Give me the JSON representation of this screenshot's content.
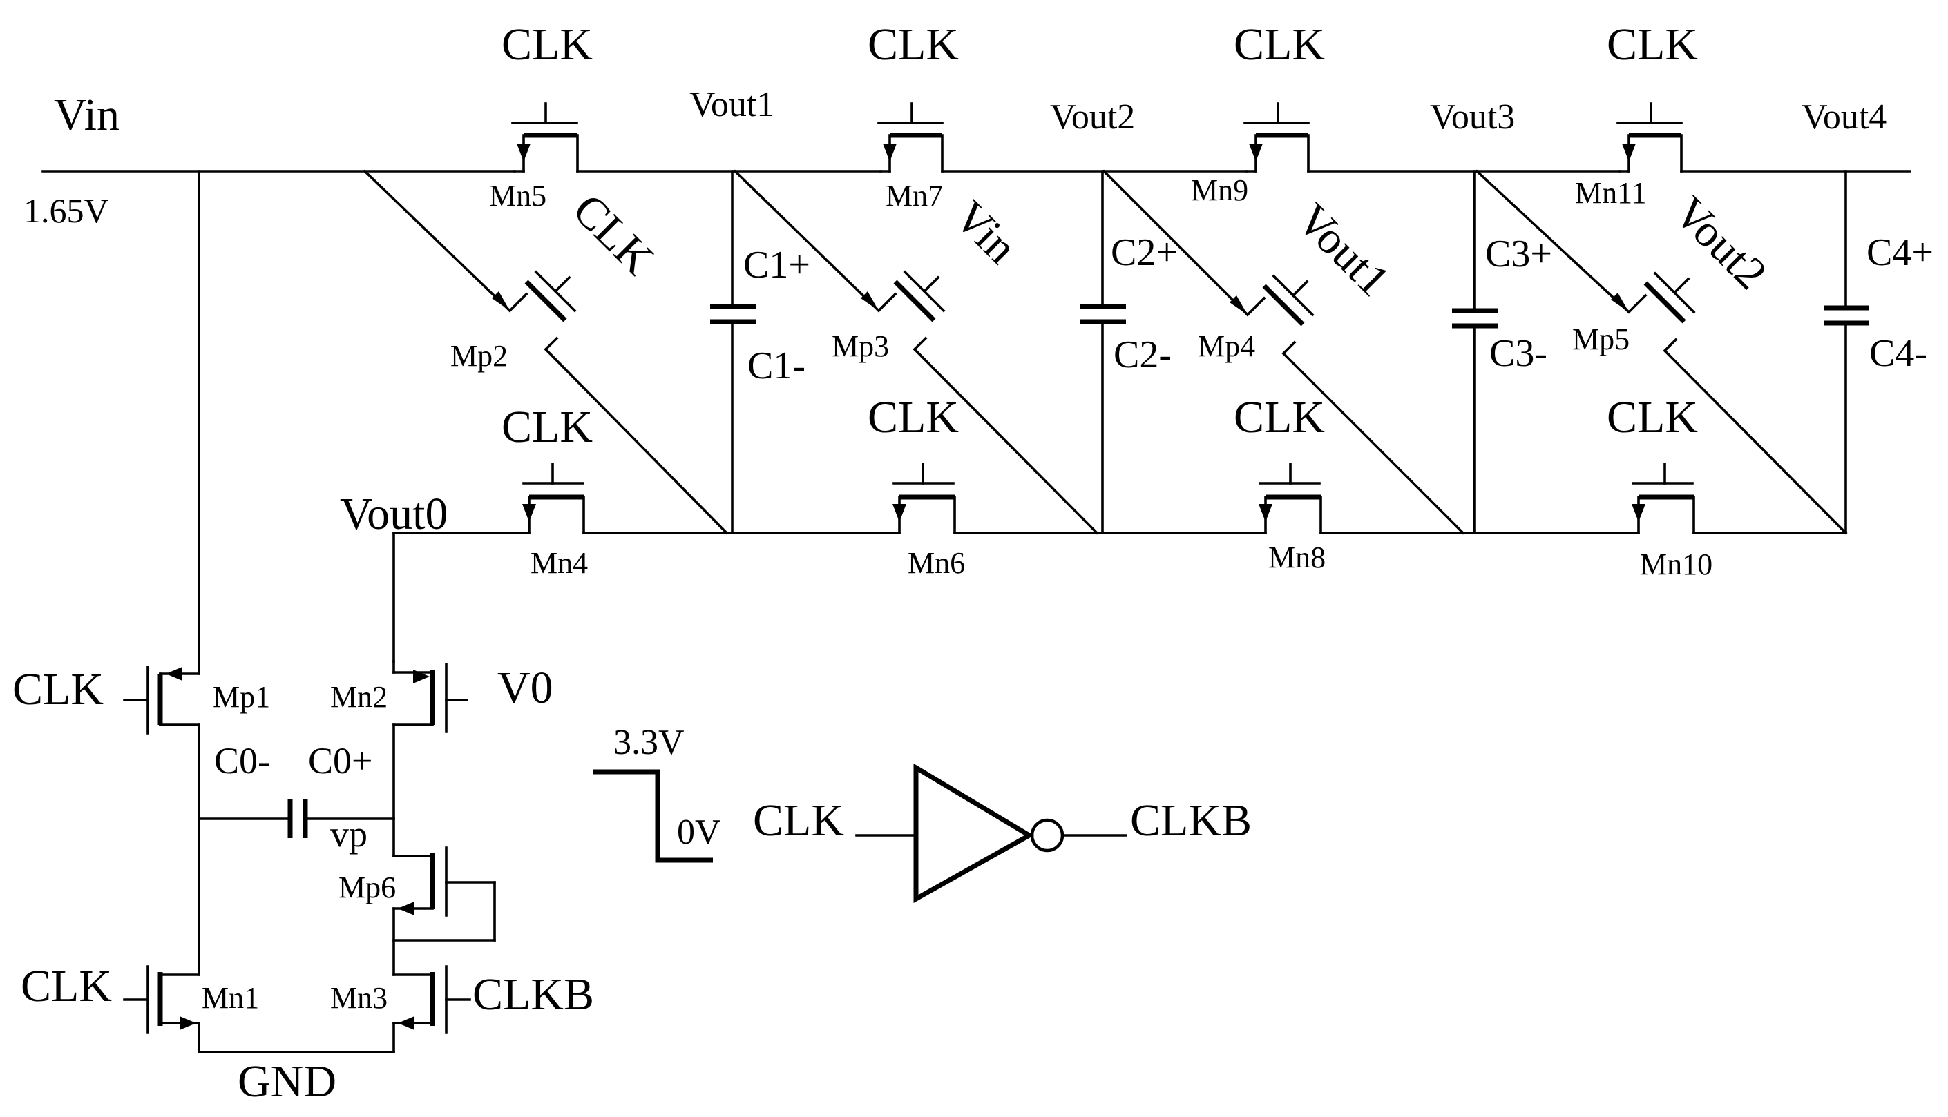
{
  "labels": {
    "vin_top": "Vin",
    "vin_voltage": "1.65V",
    "clk_mn5": "CLK",
    "clk_mn7": "CLK",
    "clk_mn9": "CLK",
    "clk_mn11": "CLK",
    "vout1": "Vout1",
    "vout2": "Vout2",
    "vout3": "Vout3",
    "vout4": "Vout4",
    "mn5": "Mn5",
    "mn7": "Mn7",
    "mn9": "Mn9",
    "mn11": "Mn11",
    "gate_mp2": "CLK",
    "gate_mp3": "Vin",
    "gate_mp4": "Vout1",
    "gate_mp5": "Vout2",
    "mp2": "Mp2",
    "mp3": "Mp3",
    "mp4": "Mp4",
    "mp5": "Mp5",
    "c1p": "C1+",
    "c1m": "C1-",
    "c2p": "C2+",
    "c2m": "C2-",
    "c3p": "C3+",
    "c3m": "C3-",
    "c4p": "C4+",
    "c4m": "C4-",
    "clk_mn4": "CLK",
    "clk_mn6": "CLK",
    "clk_mn8": "CLK",
    "clk_mn10": "CLK",
    "vout0": "Vout0",
    "mn4": "Mn4",
    "mn6": "Mn6",
    "mn8": "Mn8",
    "mn10": "Mn10",
    "clk_mp1": "CLK",
    "mp1": "Mp1",
    "mn2": "Mn2",
    "v0": "V0",
    "c0m": "C0-",
    "c0p": "C0+",
    "vp": "vp",
    "mp6": "Mp6",
    "clk_mn1": "CLK",
    "mn1": "Mn1",
    "mn3": "Mn3",
    "clkb_mn3": "CLKB",
    "gnd": "GND",
    "pulse_high": "3.3V",
    "pulse_low": "0V",
    "inv_in": "CLK",
    "inv_out": "CLKB"
  }
}
